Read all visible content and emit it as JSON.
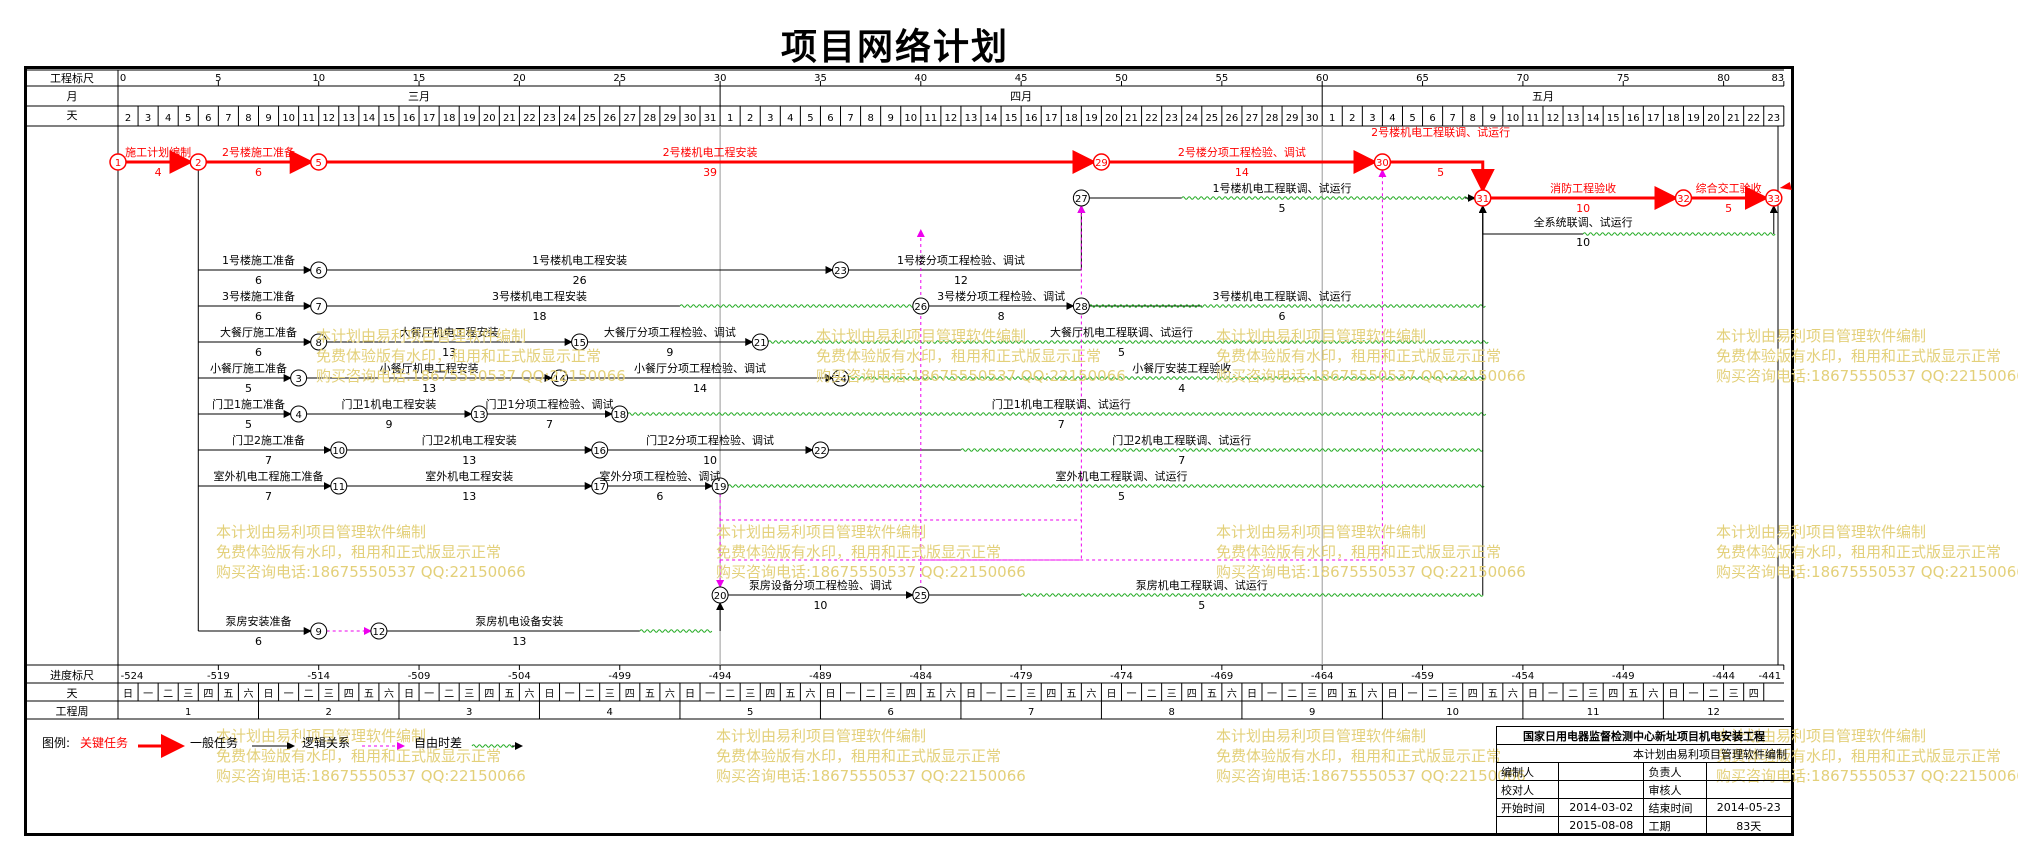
{
  "title": "项目网络计划",
  "scales": {
    "project_label": "工程标尺",
    "month_label": "月",
    "day_label": "天",
    "project_ticks": [
      "0",
      "5",
      "10",
      "15",
      "20",
      "25",
      "30",
      "35",
      "40",
      "45",
      "50",
      "55",
      "60",
      "65",
      "70",
      "75",
      "80",
      "83"
    ],
    "months": [
      "三月",
      "四月",
      "五月"
    ],
    "days": [
      "2",
      "3",
      "4",
      "5",
      "6",
      "7",
      "8",
      "9",
      "10",
      "11",
      "12",
      "13",
      "14",
      "15",
      "16",
      "17",
      "18",
      "19",
      "20",
      "21",
      "22",
      "23",
      "24",
      "25",
      "26",
      "27",
      "28",
      "29",
      "30",
      "31",
      "1",
      "2",
      "3",
      "4",
      "5",
      "6",
      "7",
      "8",
      "9",
      "10",
      "11",
      "12",
      "13",
      "14",
      "15",
      "16",
      "17",
      "18",
      "19",
      "20",
      "21",
      "22",
      "23",
      "24",
      "25",
      "26",
      "27",
      "28",
      "29",
      "30",
      "1",
      "2",
      "3",
      "4",
      "5",
      "6",
      "7",
      "8",
      "9",
      "10",
      "11",
      "12",
      "13",
      "14",
      "15",
      "16",
      "17",
      "18",
      "19",
      "20",
      "21",
      "22",
      "23"
    ],
    "progress_label": "进度标尺",
    "progress_ticks": [
      "-524",
      "-519",
      "-514",
      "-509",
      "-504",
      "-499",
      "-494",
      "-489",
      "-484",
      "-479",
      "-474",
      "-469",
      "-464",
      "-459",
      "-454",
      "-449",
      "-444",
      "-441"
    ],
    "weekday_label": "天",
    "weekdays": [
      "日",
      "一",
      "二",
      "三",
      "四",
      "五",
      "六"
    ],
    "week_label": "工程周",
    "weeks": [
      "1",
      "2",
      "3",
      "4",
      "5",
      "6",
      "7",
      "8",
      "9",
      "10",
      "11",
      "12"
    ]
  },
  "tasks": [
    {
      "name": "施工计划编制",
      "duration": "4"
    },
    {
      "name": "2号楼施工准备",
      "duration": "6"
    },
    {
      "name": "2号楼机电工程安装",
      "duration": "39"
    },
    {
      "name": "2号楼分项工程检验、调试",
      "duration": "14"
    },
    {
      "name": "2号楼机电工程联调、试运行",
      "duration": "5"
    },
    {
      "name": "消防工程验收",
      "duration": "10"
    },
    {
      "name": "综合交工验收",
      "duration": "5"
    },
    {
      "name": "1号楼机电工程联调、试运行",
      "duration": "5"
    },
    {
      "name": "全系统联调、试运行",
      "duration": "10"
    },
    {
      "name": "1号楼施工准备",
      "duration": "6"
    },
    {
      "name": "1号楼机电工程安装",
      "duration": "26"
    },
    {
      "name": "1号楼分项工程检验、调试",
      "duration": "12"
    },
    {
      "name": "3号楼施工准备",
      "duration": "6"
    },
    {
      "name": "3号楼机电工程安装",
      "duration": "18"
    },
    {
      "name": "3号楼分项工程检验、调试",
      "duration": "8"
    },
    {
      "name": "3号楼机电工程联调、试运行",
      "duration": "6"
    },
    {
      "name": "大餐厅施工准备",
      "duration": "6"
    },
    {
      "name": "大餐厅机电工程安装",
      "duration": "13"
    },
    {
      "name": "大餐厅分项工程检验、调试",
      "duration": "9"
    },
    {
      "name": "大餐厅机电工程联调、试运行",
      "duration": "5"
    },
    {
      "name": "小餐厅施工准备",
      "duration": "5"
    },
    {
      "name": "小餐厅机电工程安装",
      "duration": "13"
    },
    {
      "name": "小餐厅分项工程检验、调试",
      "duration": "14"
    },
    {
      "name": "小餐厅安装工程验收",
      "duration": "4"
    },
    {
      "name": "门卫1施工准备",
      "duration": "5"
    },
    {
      "name": "门卫1机电工程安装",
      "duration": "9"
    },
    {
      "name": "门卫1分项工程检验、调试",
      "duration": "7"
    },
    {
      "name": "门卫1机电工程联调、试运行",
      "duration": "7"
    },
    {
      "name": "门卫2施工准备",
      "duration": "7"
    },
    {
      "name": "门卫2机电工程安装",
      "duration": "13"
    },
    {
      "name": "门卫2分项工程检验、调试",
      "duration": "10"
    },
    {
      "name": "门卫2机电工程联调、试运行",
      "duration": "7"
    },
    {
      "name": "室外机电工程施工准备",
      "duration": "7"
    },
    {
      "name": "室外机电工程安装",
      "duration": "13"
    },
    {
      "name": "室外分项工程检验、调试",
      "duration": "6"
    },
    {
      "name": "室外机电工程联调、试运行",
      "duration": "5"
    },
    {
      "name": "泵房设备分项工程检验、调试",
      "duration": "10"
    },
    {
      "name": "泵房机电工程联调、试运行",
      "duration": "5"
    },
    {
      "name": "泵房安装准备",
      "duration": "6"
    },
    {
      "name": "泵房机电设备安装",
      "duration": "13"
    }
  ],
  "watermark": [
    "本计划由易利项目管理软件编制",
    "免费体验版有水印，租用和正式版显示正常",
    "购买咨询电话:18675550537 QQ:22150066"
  ],
  "legend": {
    "prefix": "图例:",
    "critical": "关键任务",
    "normal": "一般任务",
    "logic": "逻辑关系",
    "float": "自由时差"
  },
  "title_block": {
    "project": "国家日用电器监督检测中心新址项目机电安装工程",
    "software": "本计划由易利项目管理软件编制",
    "editor_label": "编制人",
    "owner_label": "负责人",
    "checker_label": "校对人",
    "reviewer_label": "审核人",
    "start_label": "开始时间",
    "start_value": "2014-03-02",
    "end_label": "结束时间",
    "end_value": "2014-05-23",
    "print_date": "2015-08-08",
    "period_label": "工期",
    "period_value": "83天"
  },
  "colors": {
    "critical": "#ff0000",
    "normal": "#000000",
    "logic": "#ee00ee",
    "float": "#22aa22",
    "watermark": "#e3d07a"
  }
}
